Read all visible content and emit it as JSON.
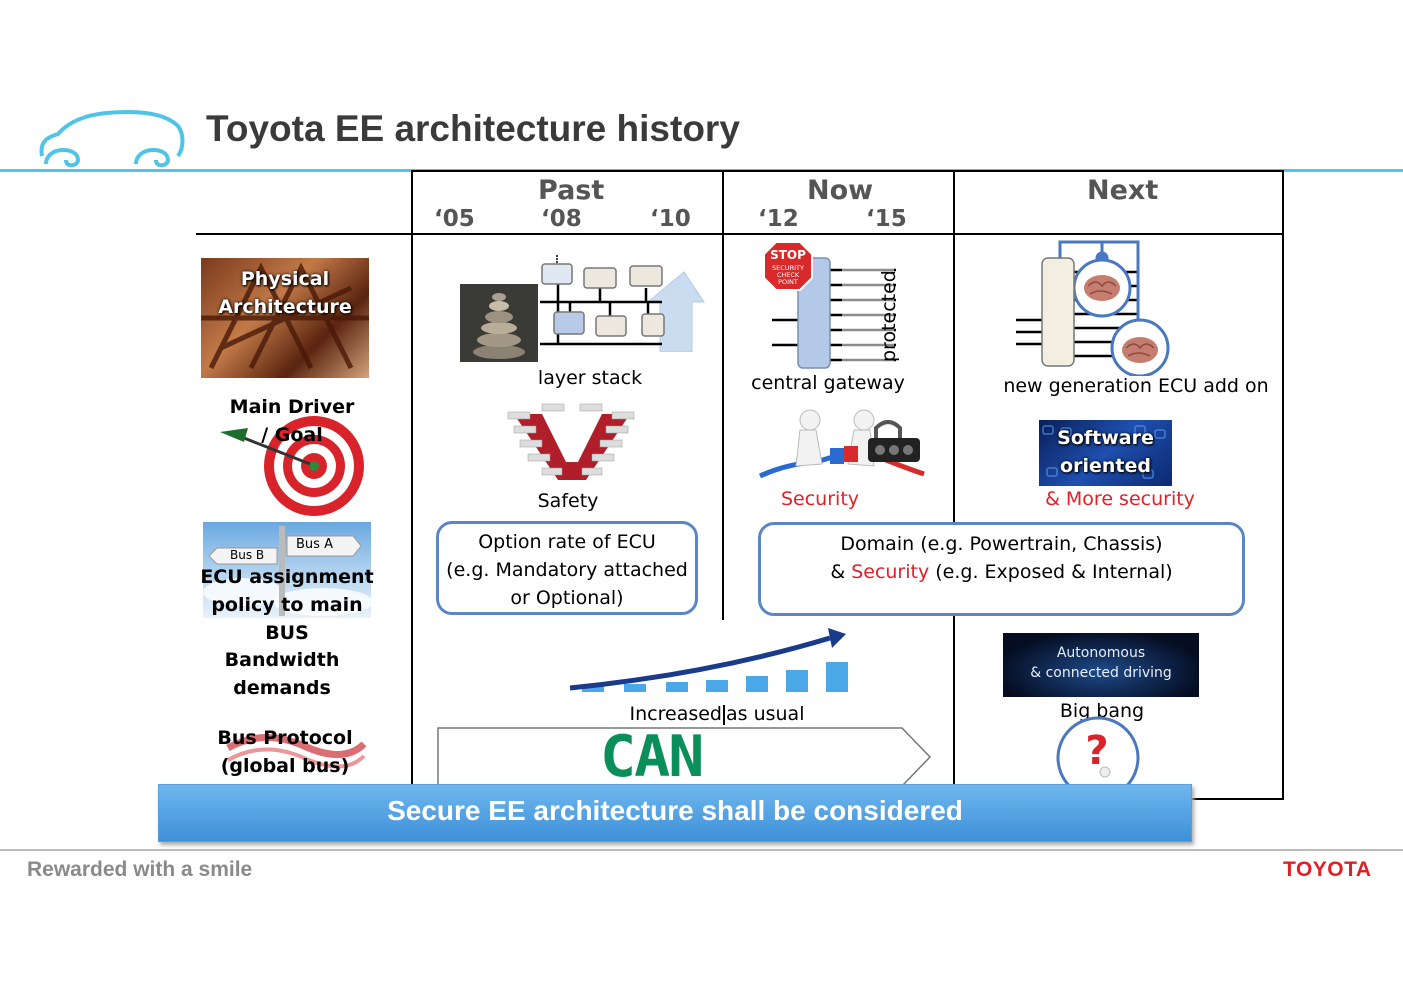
{
  "header": {
    "title": "Toyota EE architecture history"
  },
  "columns": {
    "past": {
      "label": "Past",
      "years": [
        "‘05",
        "‘08",
        "‘10"
      ]
    },
    "now": {
      "label": "Now",
      "years": [
        "‘12",
        "‘15"
      ]
    },
    "next": {
      "label": "Next"
    }
  },
  "rows": {
    "physical": {
      "label_line1": "Physical",
      "label_line2": "Architecture"
    },
    "driver": {
      "label_line1": "Main Driver",
      "label_line2": "/ Goal"
    },
    "ecu": {
      "label_line1": "ECU assignment",
      "label_line2": "policy to main BUS",
      "sign_a": "Bus A",
      "sign_b": "Bus B"
    },
    "bandwidth": {
      "label_line1": "Bandwidth",
      "label_line2": "demands"
    },
    "protocol": {
      "label_line1": "Bus Protocol",
      "label_line2": "(global bus)"
    }
  },
  "cells": {
    "past_physical": "layer stack",
    "now_physical": "central gateway",
    "now_physical_vertical": "protected",
    "stop_sign": [
      "STOP",
      "SECURITY",
      "CHECK",
      "POINT"
    ],
    "next_physical": "new generation ECU add on",
    "past_driver": "Safety",
    "now_driver": "Security",
    "next_driver_line1": "Software",
    "next_driver_line2": "oriented",
    "next_driver_caption": "& More security",
    "past_ecu_line1": "Option rate of ECU",
    "past_ecu_line2": "(e.g. Mandatory attached",
    "past_ecu_line3": "or Optional)",
    "now_ecu_line1": "Domain (e.g. Powertrain, Chassis)",
    "now_ecu_line2_pre": "& ",
    "now_ecu_line2_red": "Security",
    "now_ecu_line2_post": " (e.g. Exposed & Internal)",
    "bandwidth_caption_a": "Increased",
    "bandwidth_caption_b": "as usual",
    "auto_line1": "Autonomous",
    "auto_line2": "& connected driving",
    "next_bandwidth": "Big bang",
    "protocol_name": "CAN"
  },
  "banner": "Secure EE architecture shall be considered",
  "footer": {
    "slogan": "Rewarded with a smile",
    "brand": "TOYOTA"
  },
  "colors": {
    "accent": "#4fc3e8",
    "brand_red": "#e41e26",
    "box_border": "#5a86c8",
    "can_green": "#0a8f5a"
  }
}
